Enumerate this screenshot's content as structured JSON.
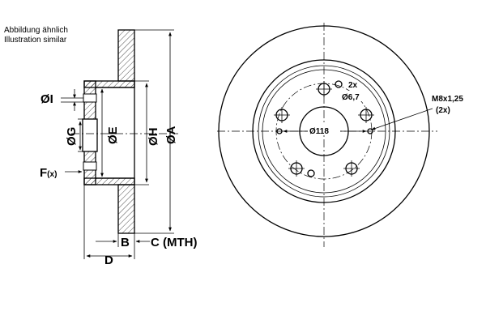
{
  "note": {
    "line1": "Abbildung ähnlich",
    "line2": "Illustration similar"
  },
  "side_view": {
    "dim_I": "ØI",
    "dim_G": "ØG",
    "dim_E": "ØE",
    "dim_H": "ØH",
    "dim_A": "ØA",
    "dim_F": "F",
    "dim_F_suffix": "(x)",
    "dim_B": "B",
    "dim_C": "C (MTH)",
    "dim_D": "D"
  },
  "front_view": {
    "hole_count": "2x",
    "hole_diameter": "Ø6,7",
    "pcd": "Ø118",
    "thread": "M8x1,25",
    "thread_count": "(2x)"
  }
}
